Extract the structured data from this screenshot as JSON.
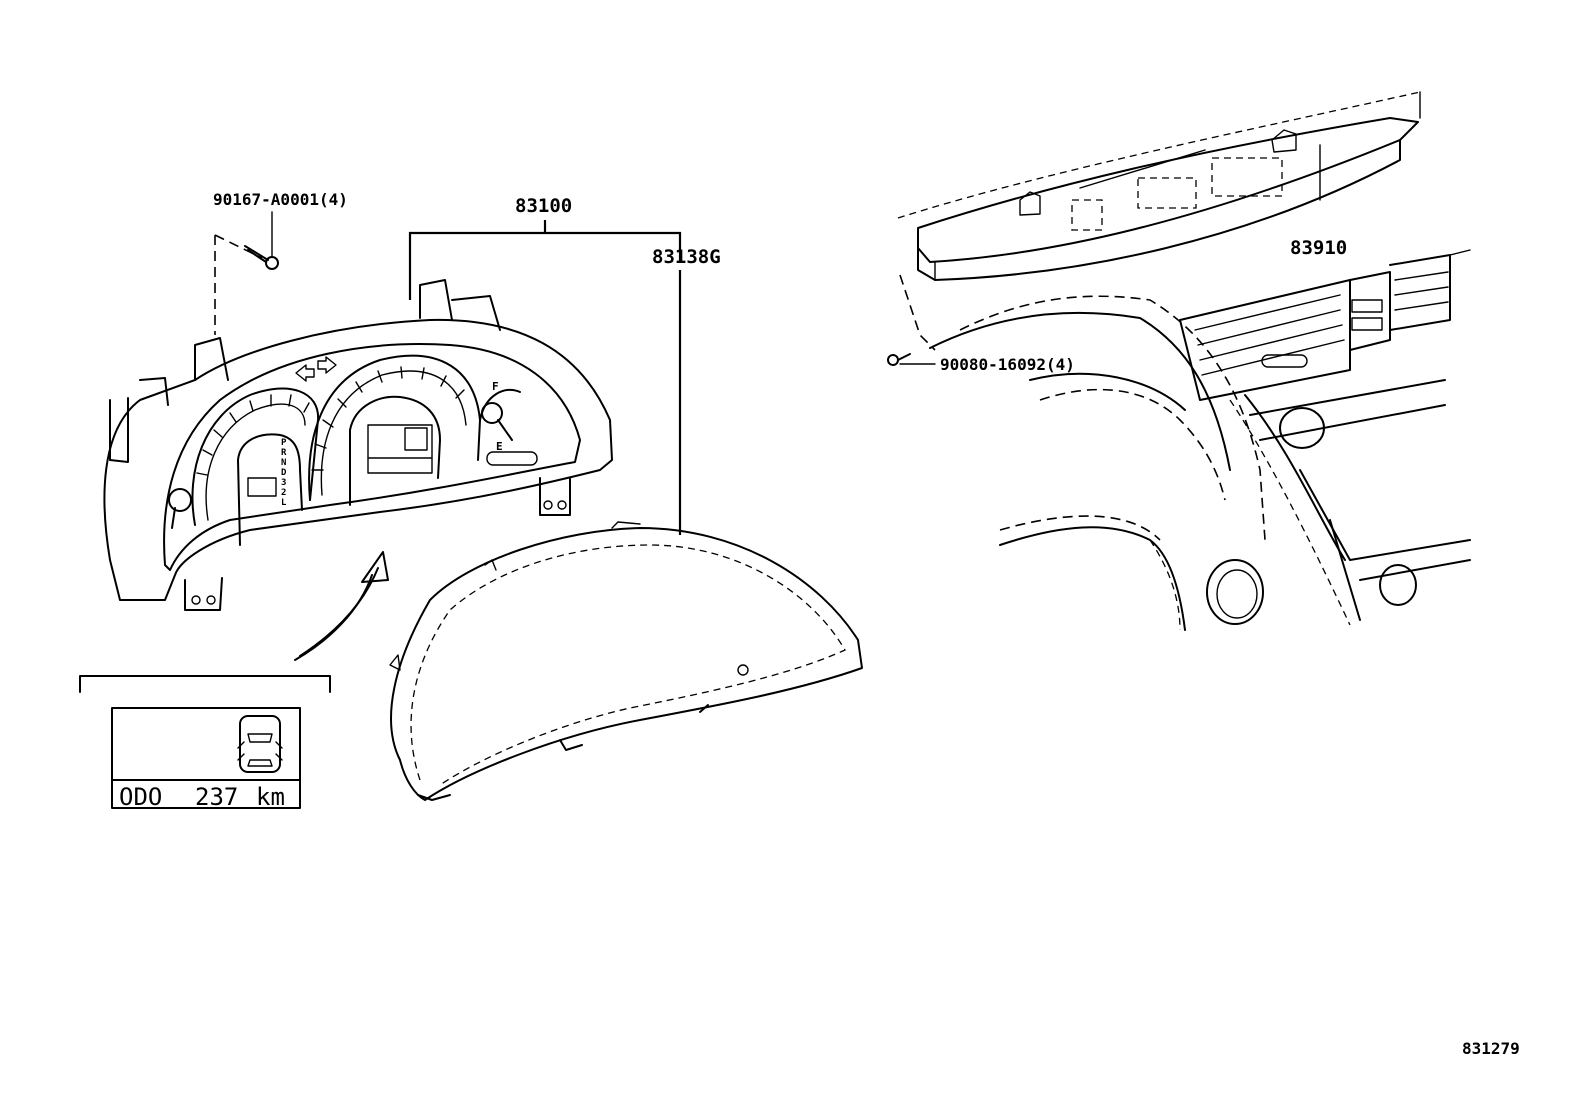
{
  "labels": {
    "part_90167": "90167-A0001(4)",
    "part_83100": "83100",
    "part_83138g": "83138G",
    "part_83910": "83910",
    "part_90080": "90080-16092(4)",
    "diagram_id": "831279"
  },
  "odo_inset": {
    "odo": "ODO",
    "value": "237",
    "unit": "km"
  },
  "cluster_marks": {
    "fuel_full": "F",
    "fuel_empty": "E",
    "gear_letters": [
      "P",
      "R",
      "N",
      "D",
      "3",
      "2",
      "L"
    ]
  }
}
